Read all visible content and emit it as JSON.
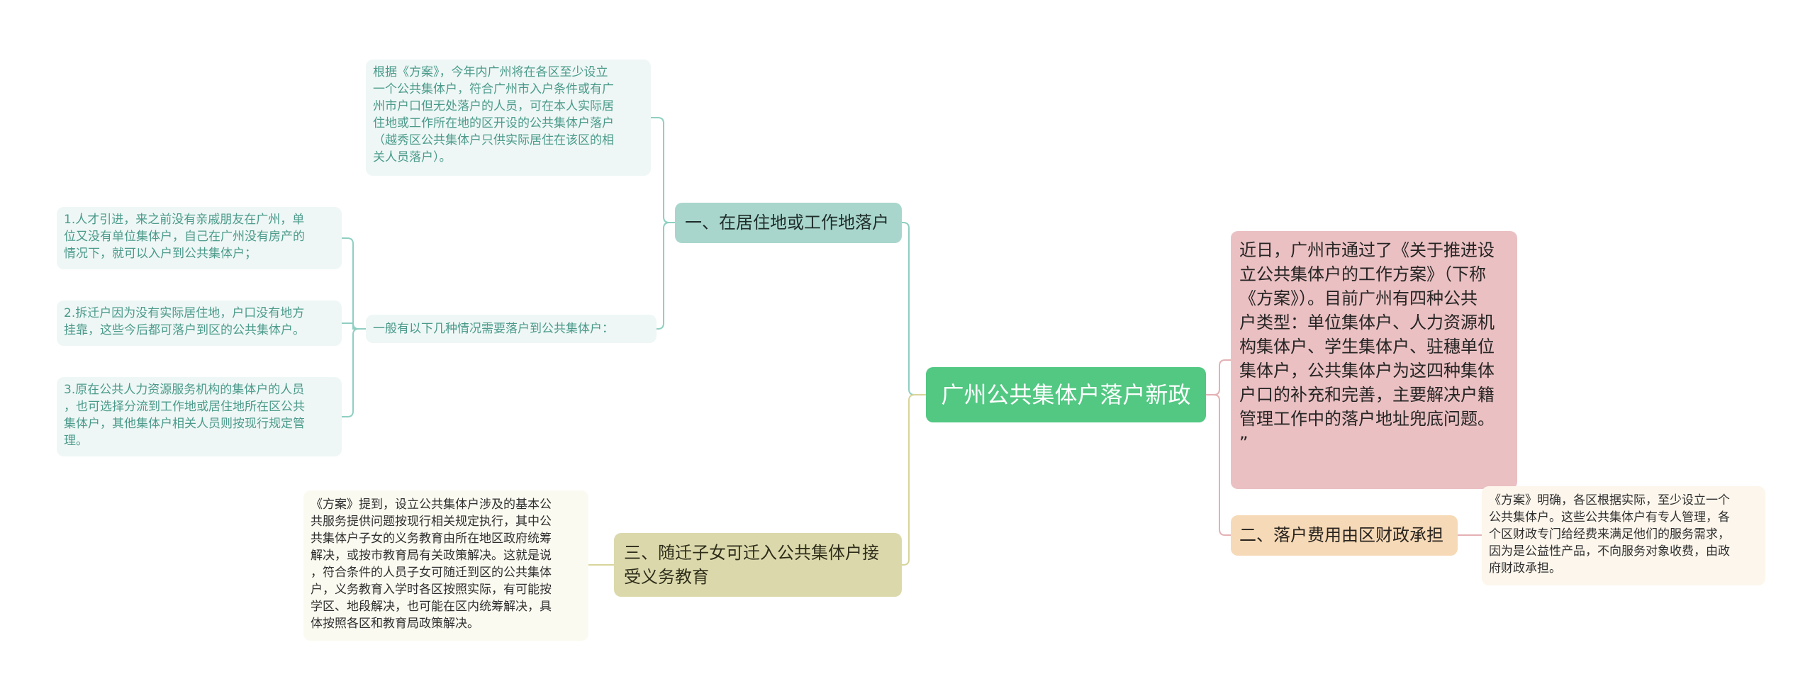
{
  "colors": {
    "center": "#52c882",
    "branch_1": "#a9d6cc",
    "branch_2": "#f6d9b6",
    "branch_3": "#dbd9ac",
    "intro": "#eac0c2",
    "line_teal": "#8fcfc2",
    "line_pink": "#e4b1b4",
    "line_yellow": "#d8d59a"
  },
  "center": {
    "label": "广州公共集体户落户新政"
  },
  "intro": {
    "text": "近日，广州市通过了《关于推进设\n立公共集体户的工作方案》（下称\n《方案》）。目前广州有四种公共\n户类型：单位集体户、人力资源机\n构集体户、学生集体户、驻穗单位\n集体户，公共集体户为这四种集体\n户口的补充和完善，主要解决户籍\n管理工作中的落户地址兜底问题。\n”"
  },
  "branch1": {
    "label": "一、在居住地或工作地落户",
    "detail": "根据《方案》，今年内广州将在各区至少设立\n一个公共集体户，符合广州市入户条件或有广\n州市户口但无处落户的人员，可在本人实际居\n住地或工作所在地的区开设的公共集体户落户\n（越秀区公共集体户只供实际居住在该区的相\n关人员落户）。",
    "situations_label": "一般有以下几种情况需要落户到公共集体户：",
    "situations": [
      "1.人才引进，来之前没有亲戚朋友在广州，单\n位又没有单位集体户，自己在广州没有房产的\n情况下，就可以入户到公共集体户；",
      "2.拆迁户因为没有实际居住地，户口没有地方\n挂靠，这些今后都可落户到区的公共集体户。",
      "3.原在公共人力资源服务机构的集体户的人员\n，也可选择分流到工作地或居住地所在区公共\n集体户，其他集体户相关人员则按现行规定管\n理。"
    ]
  },
  "branch2": {
    "label": "二、落户费用由区财政承担",
    "detail": "《方案》明确，各区根据实际，至少设立一个\n公共集体户。这些公共集体户有专人管理，各\n个区财政专门给经费来满足他们的服务需求，\n因为是公益性产品，不向服务对象收费，由政\n府财政承担。"
  },
  "branch3": {
    "label": "三、随迁子女可迁入公共集体户接\n受义务教育",
    "detail": "《方案》提到，设立公共集体户涉及的基本公\n共服务提供问题按现行相关规定执行，其中公\n共集体户子女的义务教育由所在地区政府统筹\n解决，或按市教育局有关政策解决。这就是说\n，符合条件的人员子女可随迁到区的公共集体\n户，义务教育入学时各区按照实际，有可能按\n学区、地段解决，也可能在区内统筹解决，具\n体按照各区和教育局政策解决。"
  }
}
